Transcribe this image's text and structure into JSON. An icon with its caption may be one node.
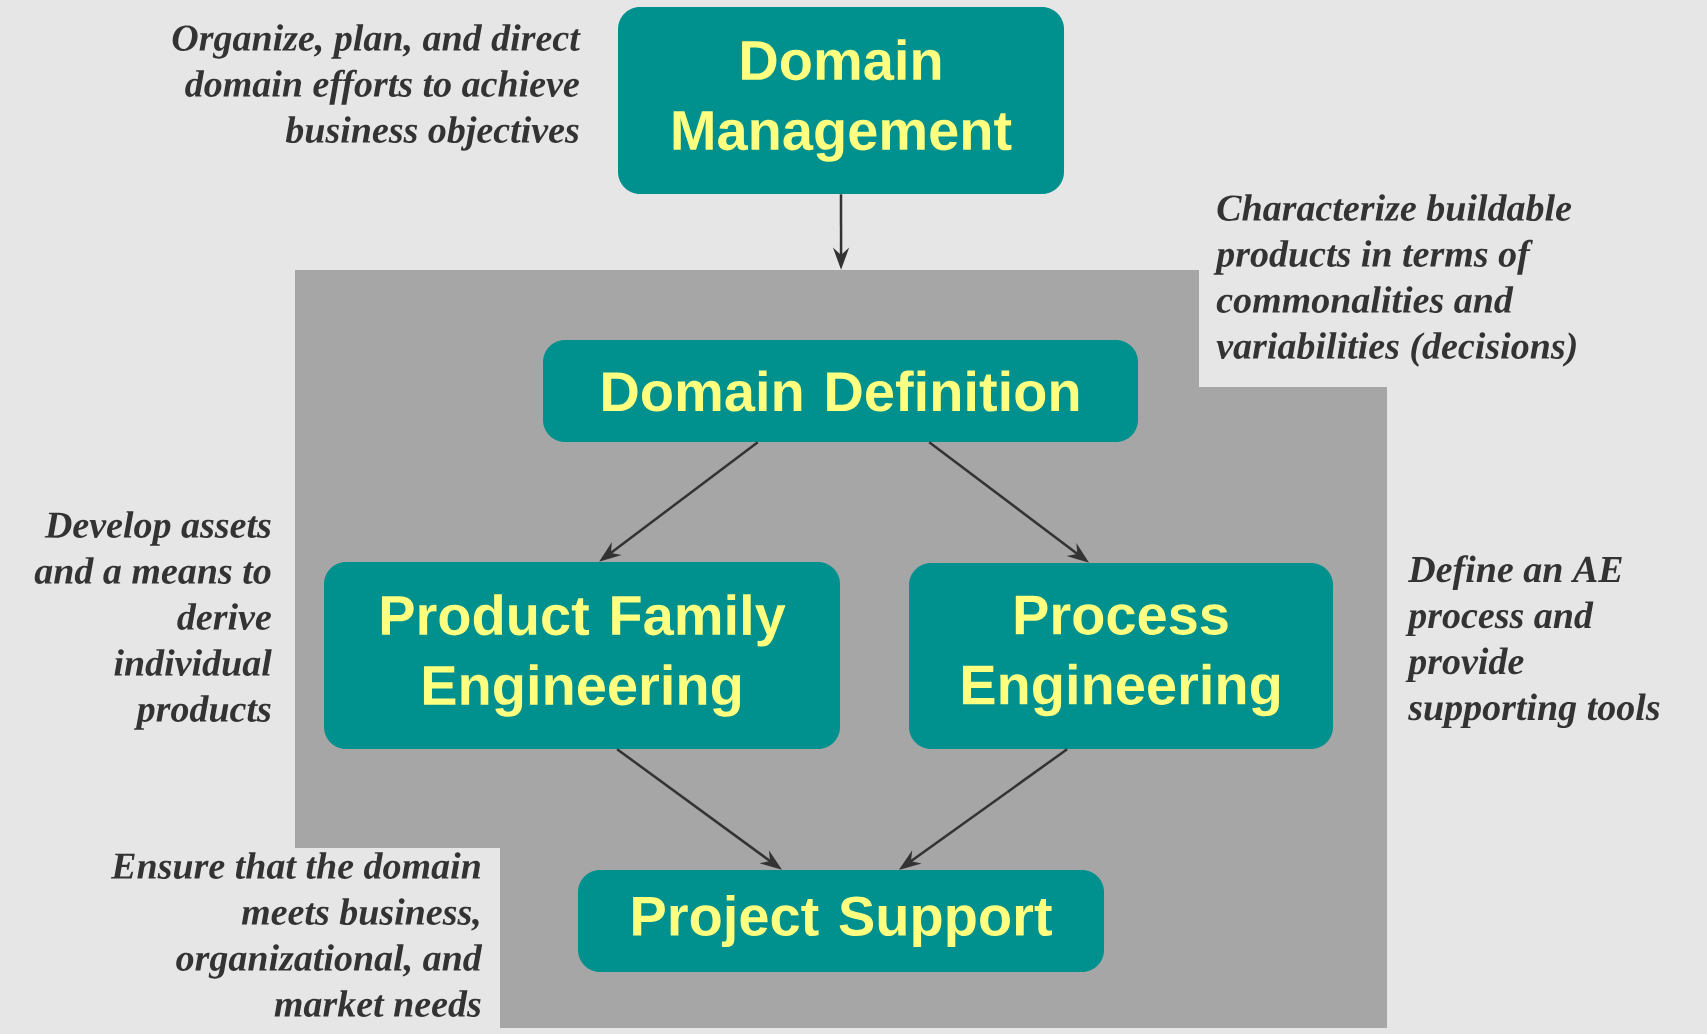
{
  "diagram": {
    "nodes": [
      {
        "text": [
          "Domain Management"
        ],
        "beside": [
          "Organize, plan, and direct domain efforts to achieve business objectives"
        ]
      },
      {
        "text": [],
        "shape": "box"
      },
      {
        "text": [
          "Domain Definition"
        ],
        "in": 1,
        "beside": [
          "Characterize buildable products in terms of commonalities and variabilities (decisions)"
        ]
      },
      {
        "text": [
          "Product Family Engineering"
        ],
        "in": 1,
        "beside": [
          "Develop assets and a means to derive individual products"
        ]
      },
      {
        "text": [
          "Process Engineering"
        ],
        "in": 1,
        "beside": [
          "Define an AE process and provide supporting tools"
        ]
      },
      {
        "text": [
          "Project Support"
        ],
        "in": 1,
        "beside": [
          "Ensure that the domain meets business, organizational, and market needs"
        ]
      }
    ],
    "edges": [
      {
        "from": 0,
        "to": 1,
        "arrow": "to"
      },
      {
        "from": 2,
        "to": 3,
        "arrow": "to"
      },
      {
        "from": 2,
        "to": 4,
        "arrow": "to"
      },
      {
        "from": 3,
        "to": 5,
        "arrow": "to"
      },
      {
        "from": 4,
        "to": 5,
        "arrow": "to"
      }
    ]
  }
}
